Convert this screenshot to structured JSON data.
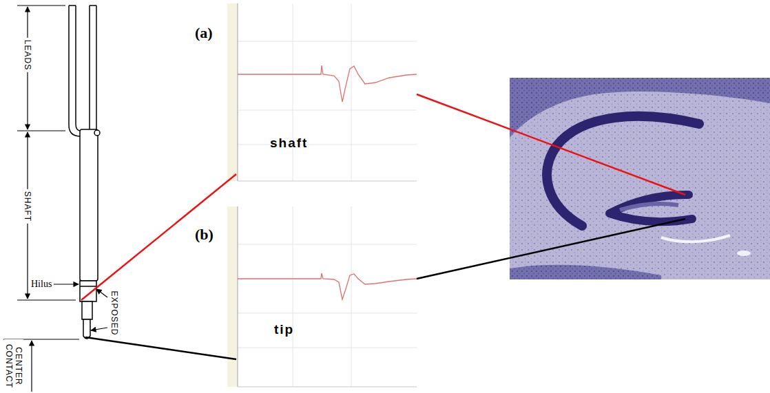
{
  "diagram": {
    "nodes": [
      {
        "text": [
          "(a)",
          "shaft"
        ]
      },
      {
        "text": [
          "(b)",
          "tip"
        ]
      }
    ],
    "labels": [
      "LEADS",
      "SHAFT",
      "EXPOSED",
      "CENTER CONTACT",
      "Hilus"
    ]
  }
}
